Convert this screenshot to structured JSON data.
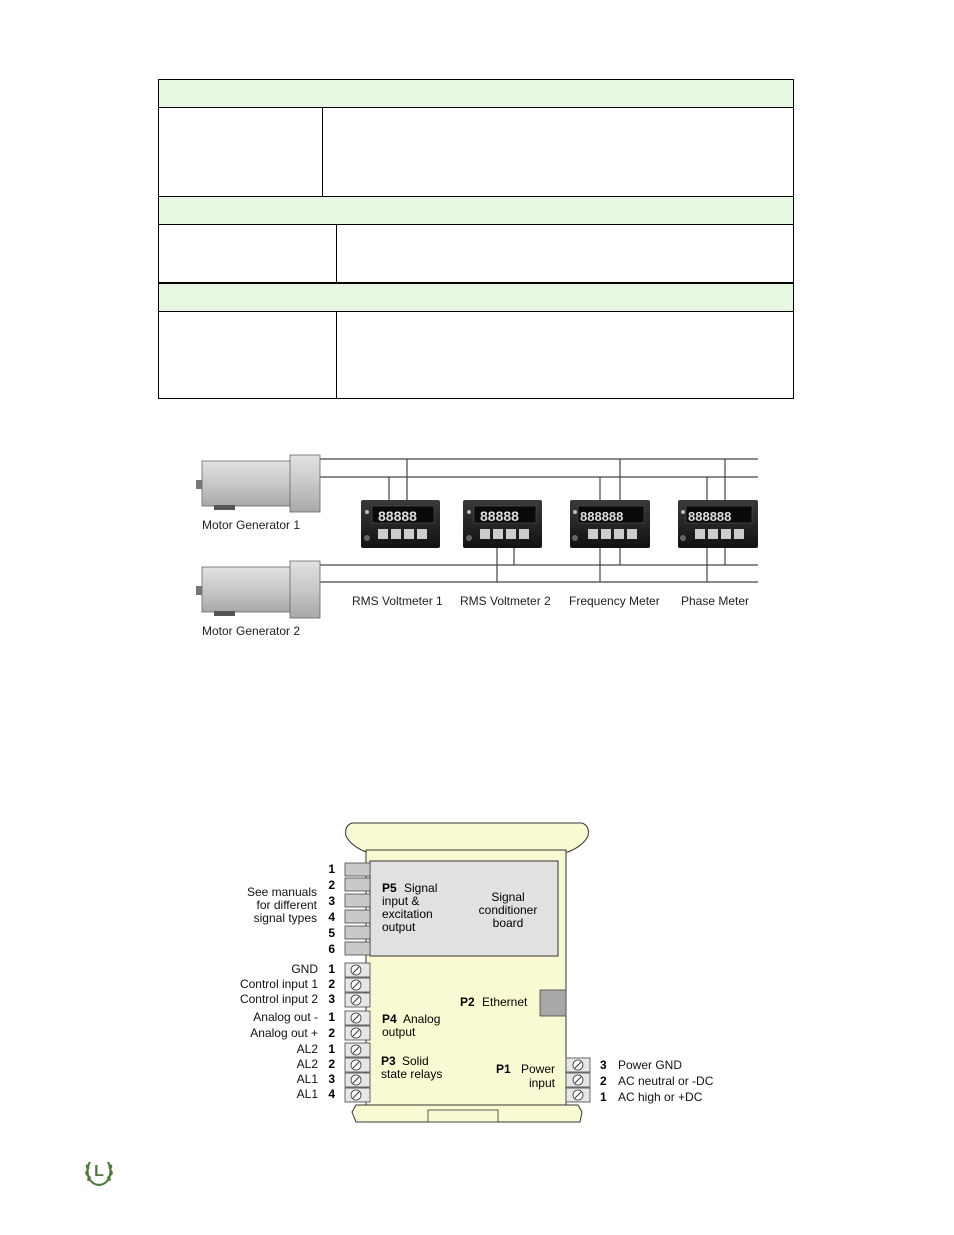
{
  "figure1": {
    "labels": {
      "motor1": "Motor Generator 1",
      "motor2": "Motor Generator 2",
      "meter1": "RMS Voltmeter 1",
      "meter2": "RMS Voltmeter 2",
      "meter3": "Frequency Meter",
      "meter4": "Phase Meter"
    },
    "displays": {
      "meter1": "88888",
      "meter2": "88888",
      "meter3": "888888",
      "meter4": "888888"
    }
  },
  "figure2": {
    "p5_pins": [
      "1",
      "2",
      "3",
      "4",
      "5",
      "6"
    ],
    "p5_side_note": [
      "See manuals",
      "for different",
      "signal types"
    ],
    "p5_label_bold": "P5",
    "p5_label_lines": [
      "Signal",
      "input &",
      "excitation",
      "output"
    ],
    "board_lines": [
      "Signal",
      "conditioner",
      "board"
    ],
    "left_terminals": [
      {
        "label": "GND",
        "pin": "1"
      },
      {
        "label": "Control input 1",
        "pin": "2"
      },
      {
        "label": "Control input 2",
        "pin": "3"
      },
      {
        "label": "Analog out -",
        "pin": "1"
      },
      {
        "label": "Analog out +",
        "pin": "2"
      },
      {
        "label": "AL2",
        "pin": "1"
      },
      {
        "label": "AL2",
        "pin": "2"
      },
      {
        "label": "AL1",
        "pin": "3"
      },
      {
        "label": "AL1",
        "pin": "4"
      }
    ],
    "p4_bold": "P4",
    "p4_lines": [
      "Analog",
      "output"
    ],
    "p3_bold": "P3",
    "p3_lines": [
      "Solid",
      "state relays"
    ],
    "p2_bold": "P2",
    "p2_text": "Ethernet",
    "p1_bold": "P1",
    "p1_lines": [
      "Power",
      "input"
    ],
    "right_terminals": [
      {
        "pin": "3",
        "label": "Power GND"
      },
      {
        "pin": "2",
        "label": "AC neutral or -DC"
      },
      {
        "pin": "1",
        "label": "AC high or +DC"
      }
    ]
  },
  "logo_letter": "L"
}
